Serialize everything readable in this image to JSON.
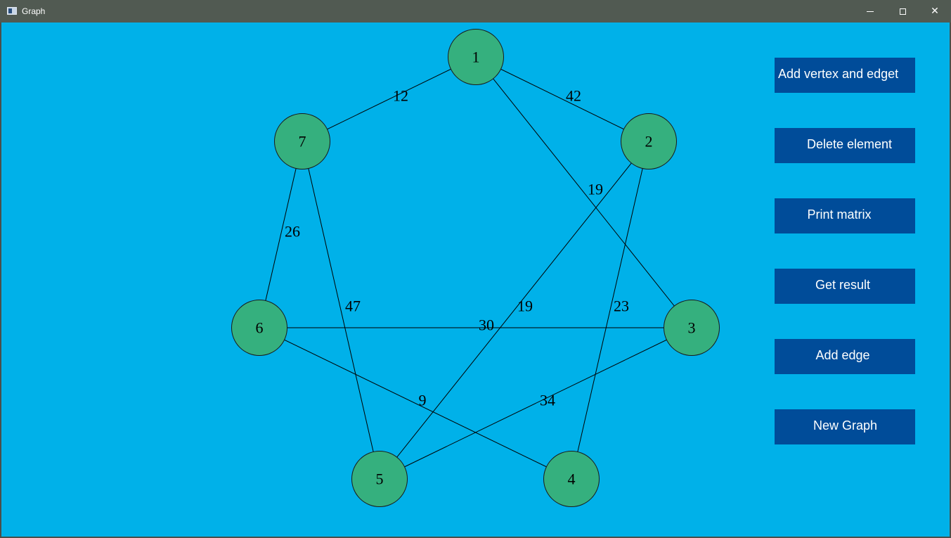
{
  "window": {
    "title": "Graph",
    "minimize_icon": "minimize-icon",
    "maximize_icon": "maximize-icon",
    "close_icon": "close-icon",
    "close_glyph": "✕"
  },
  "colors": {
    "background": "#00b1e9",
    "vertex_fill": "#35b07e",
    "button": "#004c99",
    "titlebar": "#515a52"
  },
  "buttons": [
    {
      "label": "Add vertex and edget"
    },
    {
      "label": "Delete element"
    },
    {
      "label": "Print matrix"
    },
    {
      "label": "Get result"
    },
    {
      "label": "Add edge"
    },
    {
      "label": "New Graph"
    }
  ],
  "graph": {
    "vertices": [
      "1",
      "2",
      "3",
      "4",
      "5",
      "6",
      "7"
    ],
    "edges": [
      {
        "from": "1",
        "to": "7",
        "weight": "12"
      },
      {
        "from": "1",
        "to": "2",
        "weight": "42"
      },
      {
        "from": "1",
        "to": "3",
        "weight": "19"
      },
      {
        "from": "7",
        "to": "6",
        "weight": "26"
      },
      {
        "from": "7",
        "to": "5",
        "weight": "47"
      },
      {
        "from": "2",
        "to": "5",
        "weight": "19"
      },
      {
        "from": "2",
        "to": "4",
        "weight": "23"
      },
      {
        "from": "6",
        "to": "3",
        "weight": "30"
      },
      {
        "from": "6",
        "to": "4",
        "weight": "9"
      },
      {
        "from": "3",
        "to": "5",
        "weight": "34"
      }
    ]
  }
}
